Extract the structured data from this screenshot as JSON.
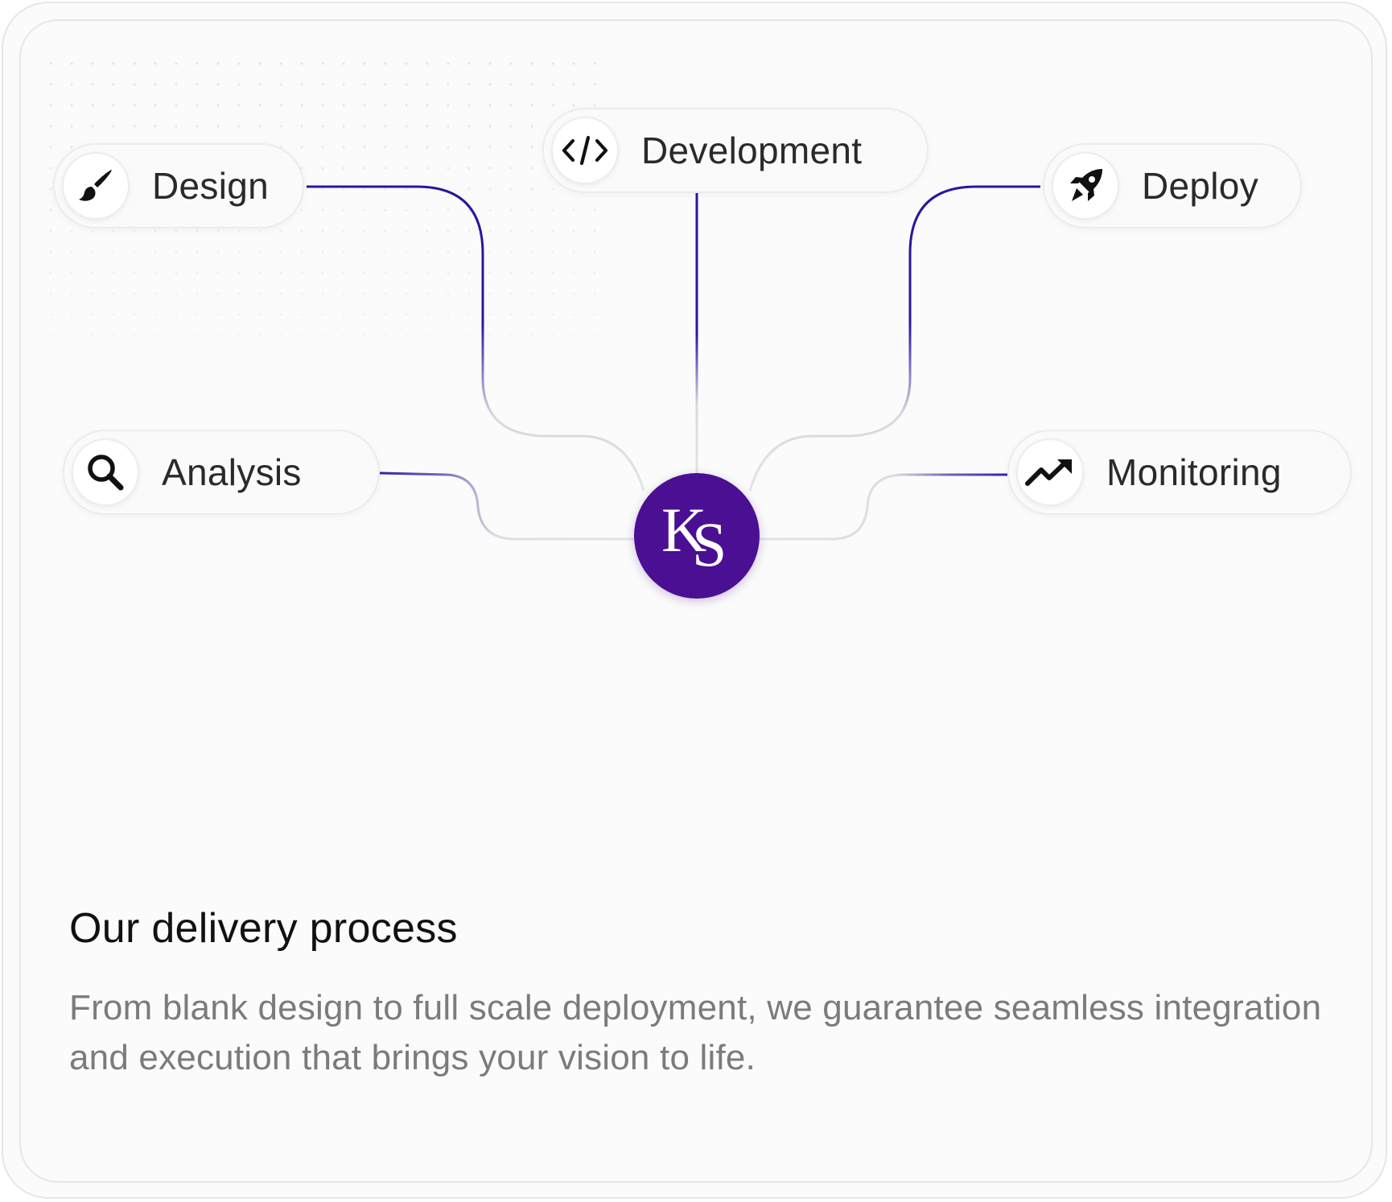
{
  "diagram": {
    "hub": {
      "monogram_k": "K",
      "monogram_s": "S",
      "color": "#4a0f93"
    },
    "nodes": [
      {
        "id": "design",
        "label": "Design",
        "icon": "paintbrush-icon"
      },
      {
        "id": "development",
        "label": "Development",
        "icon": "code-icon"
      },
      {
        "id": "deploy",
        "label": "Deploy",
        "icon": "rocket-icon"
      },
      {
        "id": "analysis",
        "label": "Analysis",
        "icon": "search-icon"
      },
      {
        "id": "monitoring",
        "label": "Monitoring",
        "icon": "trending-up-icon"
      }
    ],
    "connector_color": "#3a1aa0"
  },
  "section": {
    "title": "Our delivery process",
    "description": "From blank design to full scale deployment,  we guarantee seamless integration and execution that brings your vision to life."
  }
}
